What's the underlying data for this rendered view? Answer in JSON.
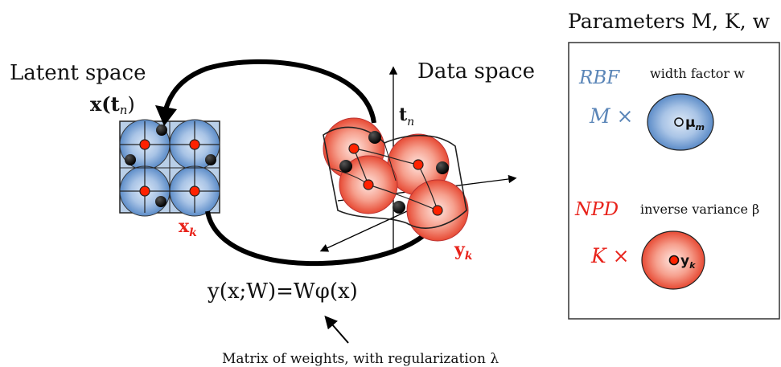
{
  "labels": {
    "latent_space": "Latent space",
    "data_space": "Data space",
    "x_of_t": "x(t",
    "x_of_t_sub": "n",
    "x_of_t_close": ")",
    "t_n": "t",
    "t_n_sub": "n",
    "x_k": "x",
    "x_k_sub": "k",
    "y_k": "y",
    "y_k_sub": "k",
    "equation": "y(x;W)=Wφ(x)",
    "matrix_note": "Matrix of weights, with regularization λ"
  },
  "panel": {
    "title": "Parameters M, K, w",
    "rbf_label": "RBF",
    "width_factor": "width factor w",
    "m_times": "M ×",
    "mu_label": "μ",
    "mu_sub": "m",
    "npd_label": "NPD",
    "inverse_variance": "inverse variance β",
    "k_times": "K ×",
    "y_label": "y",
    "y_sub": "k"
  },
  "colors": {
    "blue_text": "#5b86b8",
    "red_text": "#e8231b",
    "blue_fill": "#6b98cf",
    "red_fill": "#ee5a44",
    "dot_red": "#ff2200"
  }
}
